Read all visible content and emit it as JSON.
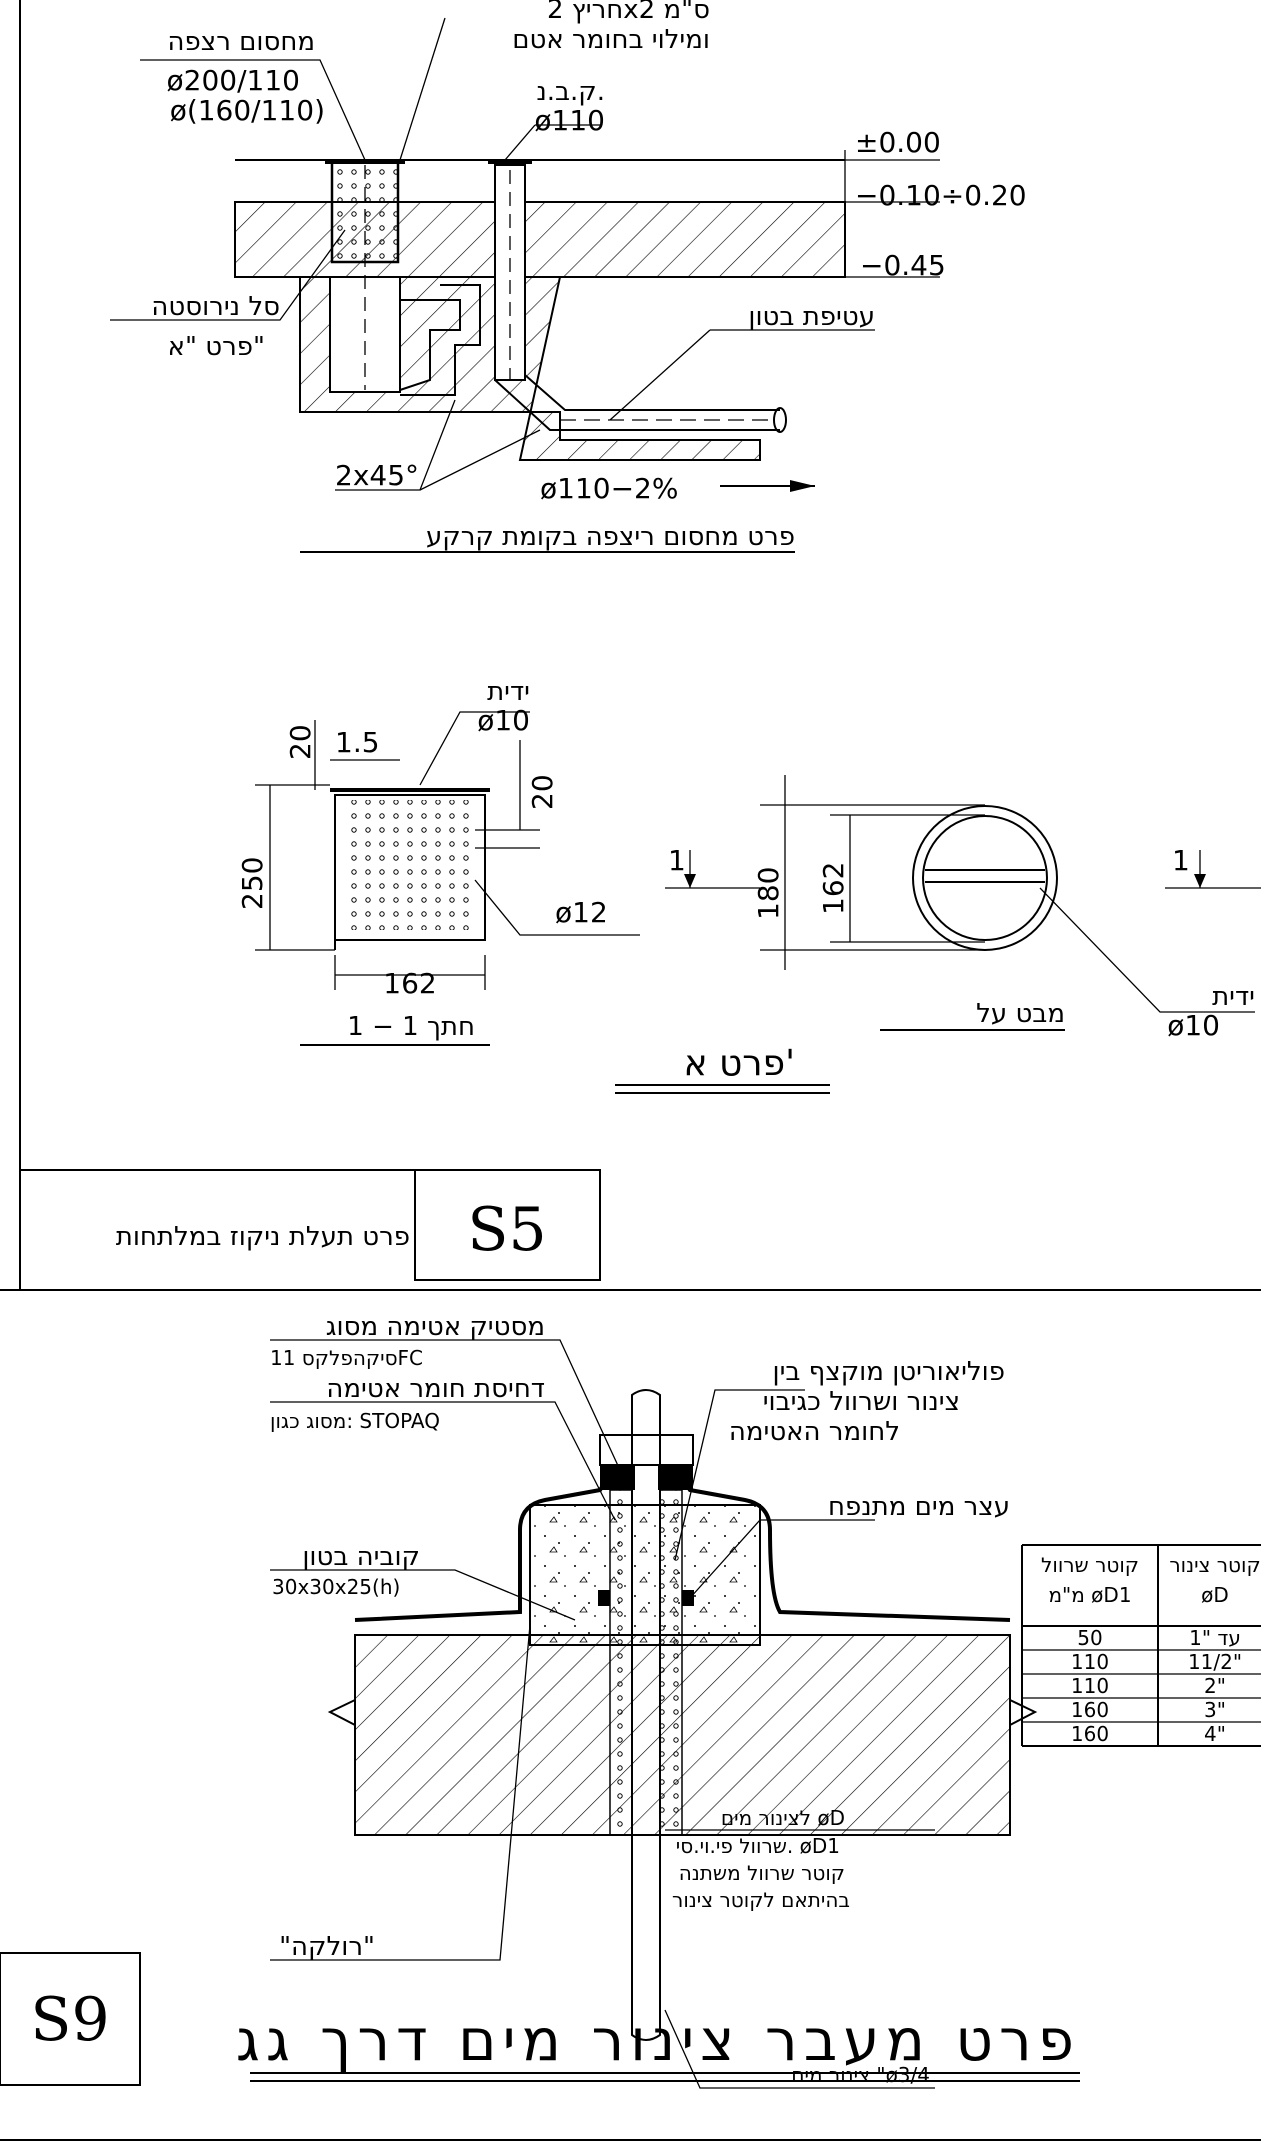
{
  "detail_floor_drain": {
    "label_grate": "חריץ 2x2 ס\"מ",
    "label_fill": "ומילוי בחומר אטם",
    "label_drain_title": "מחסום רצפה",
    "label_drain_d1": "ø200/110",
    "label_drain_d2": "ø(160/110)",
    "label_cleanout": "ק.ב.נ.",
    "label_cleanout_d": "ø110",
    "level_0": "±0.00",
    "level_1": "−0.10÷0.20",
    "level_2": "−0.45",
    "label_basket": "סל נירוסטה",
    "label_detail_ref": "פרט \"א\"",
    "label_concrete": "עטיפת בטון",
    "label_elbow": "2x45°",
    "label_pipe": "ø110−2%",
    "title": "פרט מחסום ריצפה בקומת קרקע"
  },
  "detail_a": {
    "label_handle": "ידית",
    "label_handle_d": "ø10",
    "dim_20_top": "20",
    "dim_1_5": "1.5",
    "dim_20_side": "20",
    "dim_250": "250",
    "dim_hole": "ø12",
    "dim_162": "162",
    "section_title": "חתך 1 − 1",
    "cut_mark_left": "1",
    "dim_180": "180",
    "dim_162_v": "162",
    "cut_mark_right": "1",
    "label_handle2": "ידית",
    "label_handle2_d": "ø10",
    "top_view_title": "מבט על",
    "title": "פרט א'"
  },
  "titleblock_s5": {
    "description": "פרט תעלת ניקוז במלתחות",
    "code": "S5"
  },
  "detail_roof_pipe": {
    "label_sealant": "מסטיק אטימה מסוג",
    "label_sealant_brand": "סיקהפלקס 11FC",
    "label_seal_tape": "דחיסת חומר אטימה",
    "label_seal_tape_brand": "מסוג כגון: STOPAQ",
    "label_poly_1": "פוליאוריטן מוקצף בין",
    "label_poly_2": "צינור ושרוול כגיבוי",
    "label_poly_3": "לחומר האטימה",
    "label_waterstop": "עצר מים מתנפח",
    "label_cube": "קוביה בטון",
    "label_cube_dim": "30x30x25(h)",
    "label_rolka": "\"רולקה\"",
    "label_pipe_d": "לצינור מים øD",
    "label_sleeve": "שרוול פי.וי.סי. øD1",
    "label_sleeve_2": "קוטר שרוול משתנה",
    "label_sleeve_3": "בהיתאם לקוטר צינור",
    "label_water_pipe": "צינור מים \"ø3/4",
    "title": "פרט מעבר צינור מים דרך גג",
    "code": "S9"
  },
  "sleeve_table": {
    "headers": [
      "קוטר שרוול",
      "קוטר צינור"
    ],
    "subheaders": [
      "מ\"מ øD1",
      "øD"
    ],
    "rows": [
      [
        "50",
        "עד \"1"
      ],
      [
        "110",
        "11/2\""
      ],
      [
        "110",
        "2\""
      ],
      [
        "160",
        "3\""
      ],
      [
        "160",
        "4\""
      ]
    ]
  }
}
